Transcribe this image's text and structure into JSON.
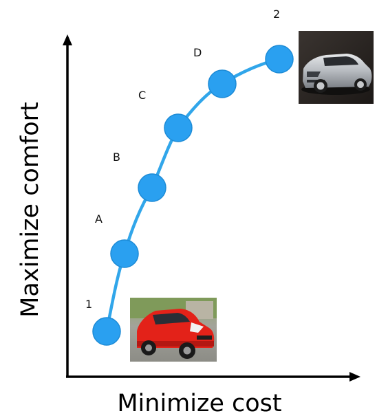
{
  "axes": {
    "x_label": "Minimize cost",
    "y_label": "Maximize comfort"
  },
  "points": [
    {
      "id": "1",
      "label": "1"
    },
    {
      "id": "A",
      "label": "A"
    },
    {
      "id": "B",
      "label": "B"
    },
    {
      "id": "C",
      "label": "C"
    },
    {
      "id": "D",
      "label": "D"
    },
    {
      "id": "2",
      "label": "2"
    }
  ],
  "colors": {
    "curve": "#31a6ea",
    "node": "#2aa0f0",
    "axis": "#000000",
    "small_car": "#e32219",
    "sports_car": "#b9bdc2",
    "sports_car_bg": "#2b2624"
  },
  "images": {
    "cheap_car": "red-compact-car-photo",
    "expensive_car": "silver-sports-car-photo"
  }
}
